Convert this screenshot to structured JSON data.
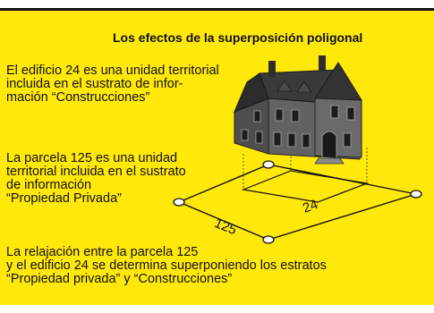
{
  "title": "Los efectos de la superposición poligonal",
  "building_text": "El edificio 24 es una unidad territorial\nincluida en el sustrato de infor-\nmación “Construcciones”",
  "parcel_text": "La parcela 125 es una unidad\nterritorial incluida en el sustrato\nde información\n“Propiedad Privada”",
  "relation_text": "La relajación entre la parcela 125\ny el edificio 24 se determina superponiendo los estratos\n“Propiedad privada” y “Construcciones”",
  "labels": {
    "building_id": "24",
    "parcel_id": "125"
  },
  "colors": {
    "background": "#ffe80a",
    "roof": "#3b3b3b",
    "wall": "#5a5a5a"
  }
}
